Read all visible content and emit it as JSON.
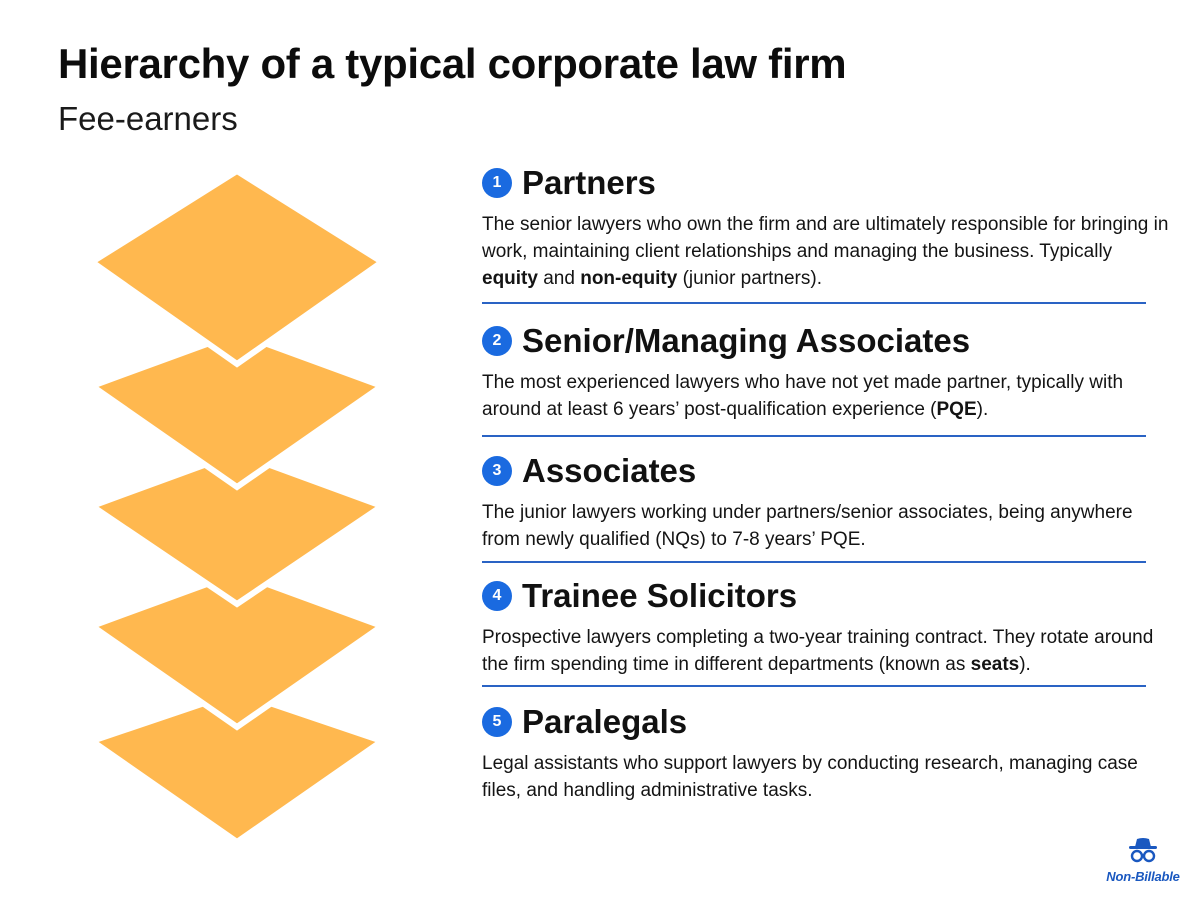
{
  "title": "Hierarchy of a typical corporate law firm",
  "subtitle": "Fee-earners",
  "tiers": [
    {
      "number": "1",
      "title": "Partners",
      "desc": [
        {
          "t": "The senior lawyers who own the firm and are ultimately responsible for bringing in work, maintaining client relationships and managing the business. Typically "
        },
        {
          "t": "equity",
          "b": true
        },
        {
          "t": " and "
        },
        {
          "t": "non-equity",
          "b": true
        },
        {
          "t": " (junior partners)."
        }
      ]
    },
    {
      "number": "2",
      "title": "Senior/Managing Associates",
      "desc": [
        {
          "t": "The most experienced lawyers who have not yet made partner, typically with around at least 6 years’ post-qualification experience ("
        },
        {
          "t": "PQE",
          "b": true
        },
        {
          "t": ")."
        }
      ]
    },
    {
      "number": "3",
      "title": "Associates",
      "desc": [
        {
          "t": "The junior lawyers working under partners/senior associates, being anywhere from newly qualified (NQs) to 7-8 years’ PQE."
        }
      ]
    },
    {
      "number": "4",
      "title": "Trainee Solicitors",
      "desc": [
        {
          "t": "Prospective lawyers completing a two-year training contract. They rotate around the firm spending time in different departments (known as "
        },
        {
          "t": "seats",
          "b": true
        },
        {
          "t": ")."
        }
      ]
    },
    {
      "number": "5",
      "title": "Paralegals",
      "desc": [
        {
          "t": "Legal assistants who support lawyers by conducting research, managing case files, and handling administrative tasks."
        }
      ]
    }
  ],
  "logo": {
    "text": "Non-Billable",
    "icon": "spy-hat-glasses-icon"
  },
  "colors": {
    "layer": "#FFB84F",
    "accent": "#1A6AE0",
    "rule": "#2A63C4",
    "logo": "#1A58C0"
  }
}
